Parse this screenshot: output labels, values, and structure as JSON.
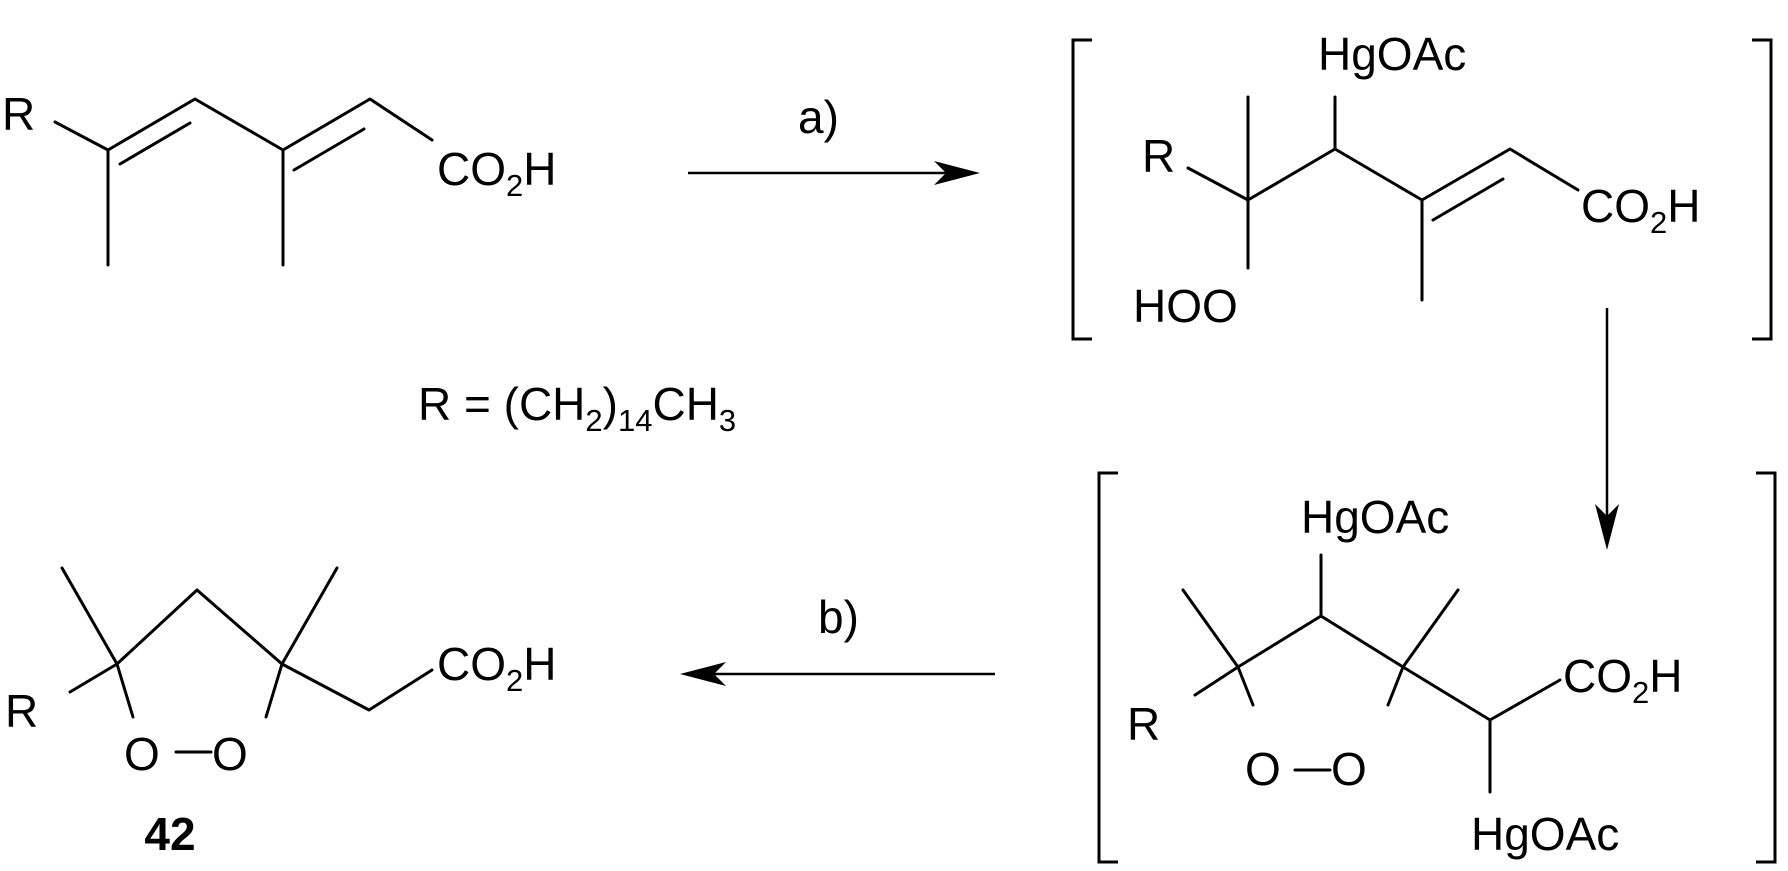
{
  "substituents": {
    "r": "R",
    "co2h": {
      "main": "CO",
      "sub": "2",
      "tail": "H"
    },
    "hgoac": "HgOAc",
    "hoo": "HOO",
    "oxygen": "O"
  },
  "definition": {
    "prefix": "R = (CH",
    "sub1": "2",
    "mid": ")",
    "sub2": "14",
    "cap": "CH",
    "sub3": "3"
  },
  "arrows": {
    "step_a": "a)",
    "step_b": "b)"
  },
  "compound": {
    "label": "42"
  }
}
